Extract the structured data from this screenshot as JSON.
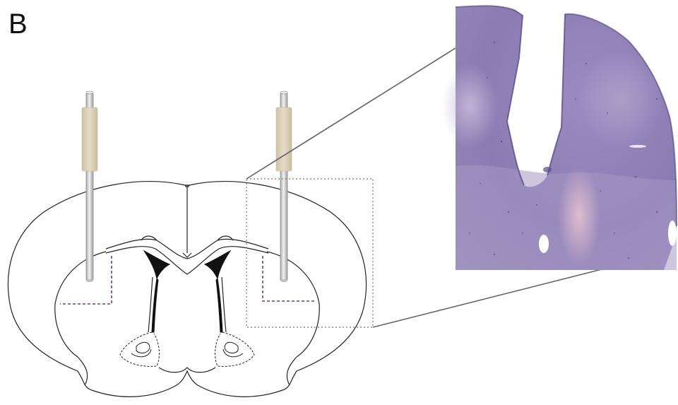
{
  "panel_label": "B",
  "colors": {
    "outline": "#222222",
    "ventricle_fill": "#111111",
    "cannula_shaft": "#c8c9cc",
    "cannula_highlight": "#f2f2f3",
    "cannula_guide": "#dcd3bd",
    "target_dashed": "#7a3a78",
    "zoom_box_dotted": "#8a8a8a",
    "connector_lines": "#666666",
    "histology_base": "#8e7fb5",
    "histology_light": "#b6a6cf",
    "histology_pink": "#d9b7c9"
  },
  "elements": [
    "coronal-brain-section-outline",
    "left-guide-cannula",
    "right-guide-cannula",
    "left-target-region-dashed",
    "right-target-region-dashed",
    "zoom-box-dotted",
    "histology-micrograph-inset"
  ]
}
